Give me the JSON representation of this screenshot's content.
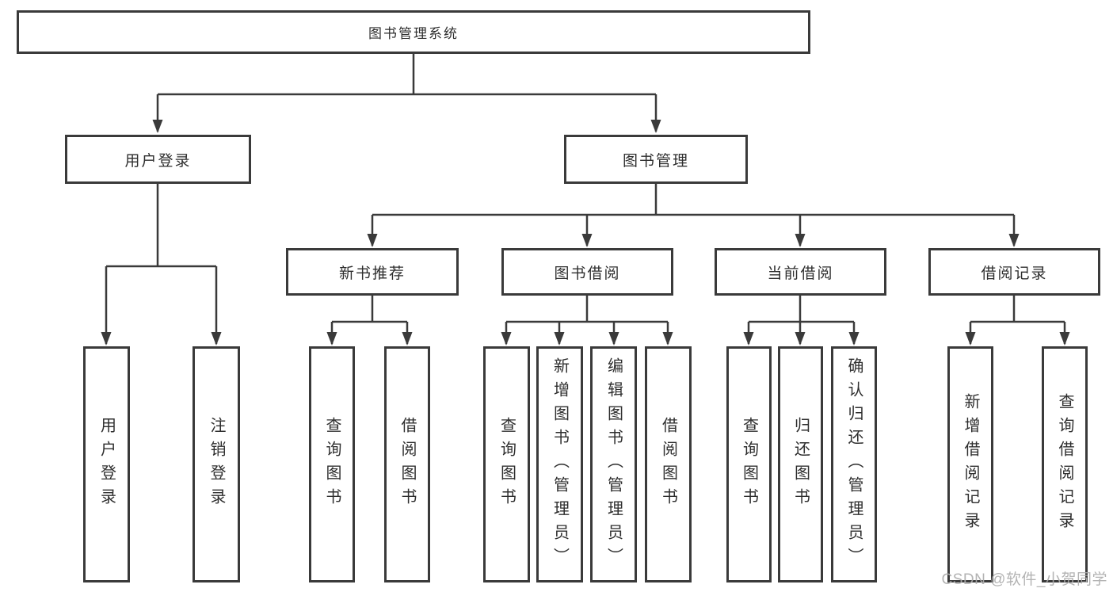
{
  "tree": {
    "root": "图书管理系统",
    "branches": [
      {
        "label": "用户登录",
        "leaves": [
          "用户登录",
          "注销登录"
        ]
      },
      {
        "label": "图书管理",
        "groups": [
          {
            "label": "新书推荐",
            "leaves": [
              "查询图书",
              "借阅图书"
            ]
          },
          {
            "label": "图书借阅",
            "leaves": [
              "查询图书",
              "新增图书（管理员）",
              "编辑图书（管理员）",
              "借阅图书"
            ]
          },
          {
            "label": "当前借阅",
            "leaves": [
              "查询图书",
              "归还图书",
              "确认归还（管理员）"
            ]
          },
          {
            "label": "借阅记录",
            "leaves": [
              "新增借阅记录",
              "查询借阅记录"
            ]
          }
        ]
      }
    ]
  },
  "watermark": "CSDN @软件_小贺同学",
  "colors": {
    "line": "#3a3a3a",
    "text": "#2e2e2e",
    "watermark": "#adadad",
    "background": "#ffffff"
  }
}
